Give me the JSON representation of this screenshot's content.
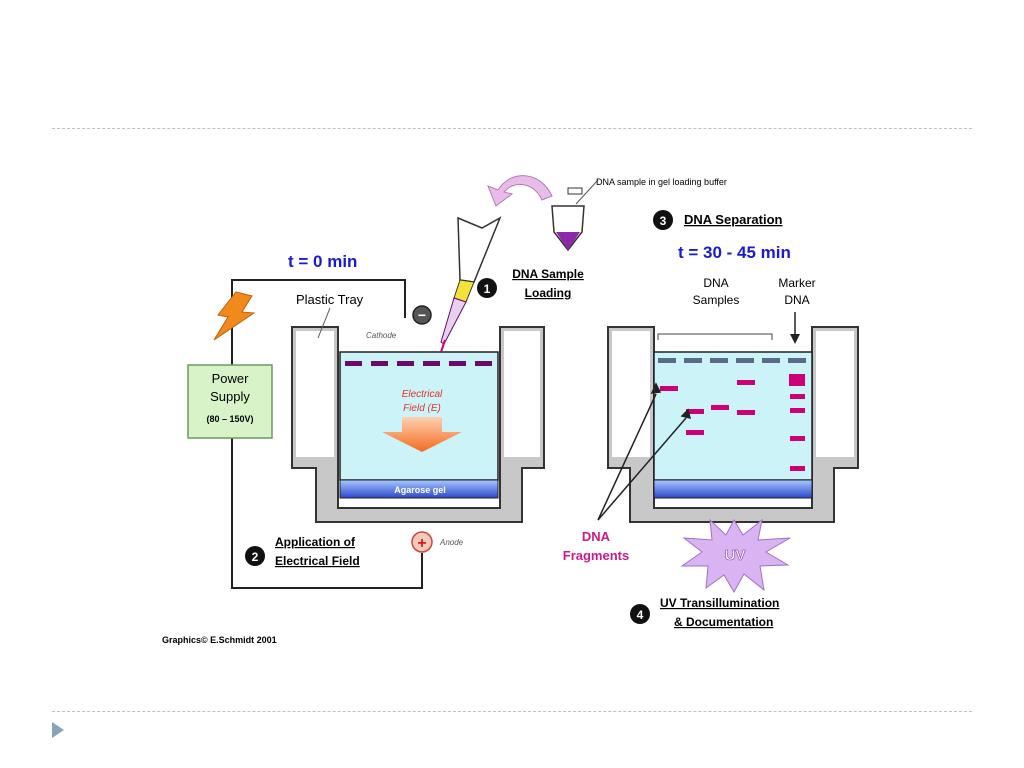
{
  "diagram": {
    "sample_label": "DNA sample in gel loading buffer",
    "time_start": "t = 0 min",
    "time_end": "t = 30 - 45 min",
    "plastic_tray": "Plastic Tray",
    "cathode": "Cathode",
    "anode": "Anode",
    "power_supply": [
      "Power",
      "Supply",
      "(80 – 150V)"
    ],
    "electrical_field": [
      "Electrical",
      "Field (E)"
    ],
    "agarose_gel": "Agarose gel",
    "steps": [
      {
        "number": "1",
        "lines": [
          "DNA Sample",
          "Loading"
        ]
      },
      {
        "number": "2",
        "lines": [
          "Application of",
          "Electrical Field"
        ]
      },
      {
        "number": "3",
        "lines": [
          "DNA Separation"
        ]
      },
      {
        "number": "4",
        "lines": [
          "UV Transillumination",
          "& Documentation"
        ]
      }
    ],
    "dna_samples": [
      "DNA",
      "Samples"
    ],
    "marker_dna": [
      "Marker",
      "DNA"
    ],
    "dna_fragments": [
      "DNA",
      "Fragments"
    ],
    "uv": "UV",
    "credit": "Graphics© E.Schmidt 2001",
    "minus_sign": "−",
    "plus_sign": "+"
  },
  "colors": {
    "blue_title": "#1a1ad6",
    "gel": "#ccf4f8",
    "band": "#cc0077",
    "well": "#5a6b8a",
    "tray": "#c8c8c8",
    "power_box": "#d8f3c8",
    "arrow_orange": "#f47a30",
    "uv_burst": "#d9b2f0"
  }
}
